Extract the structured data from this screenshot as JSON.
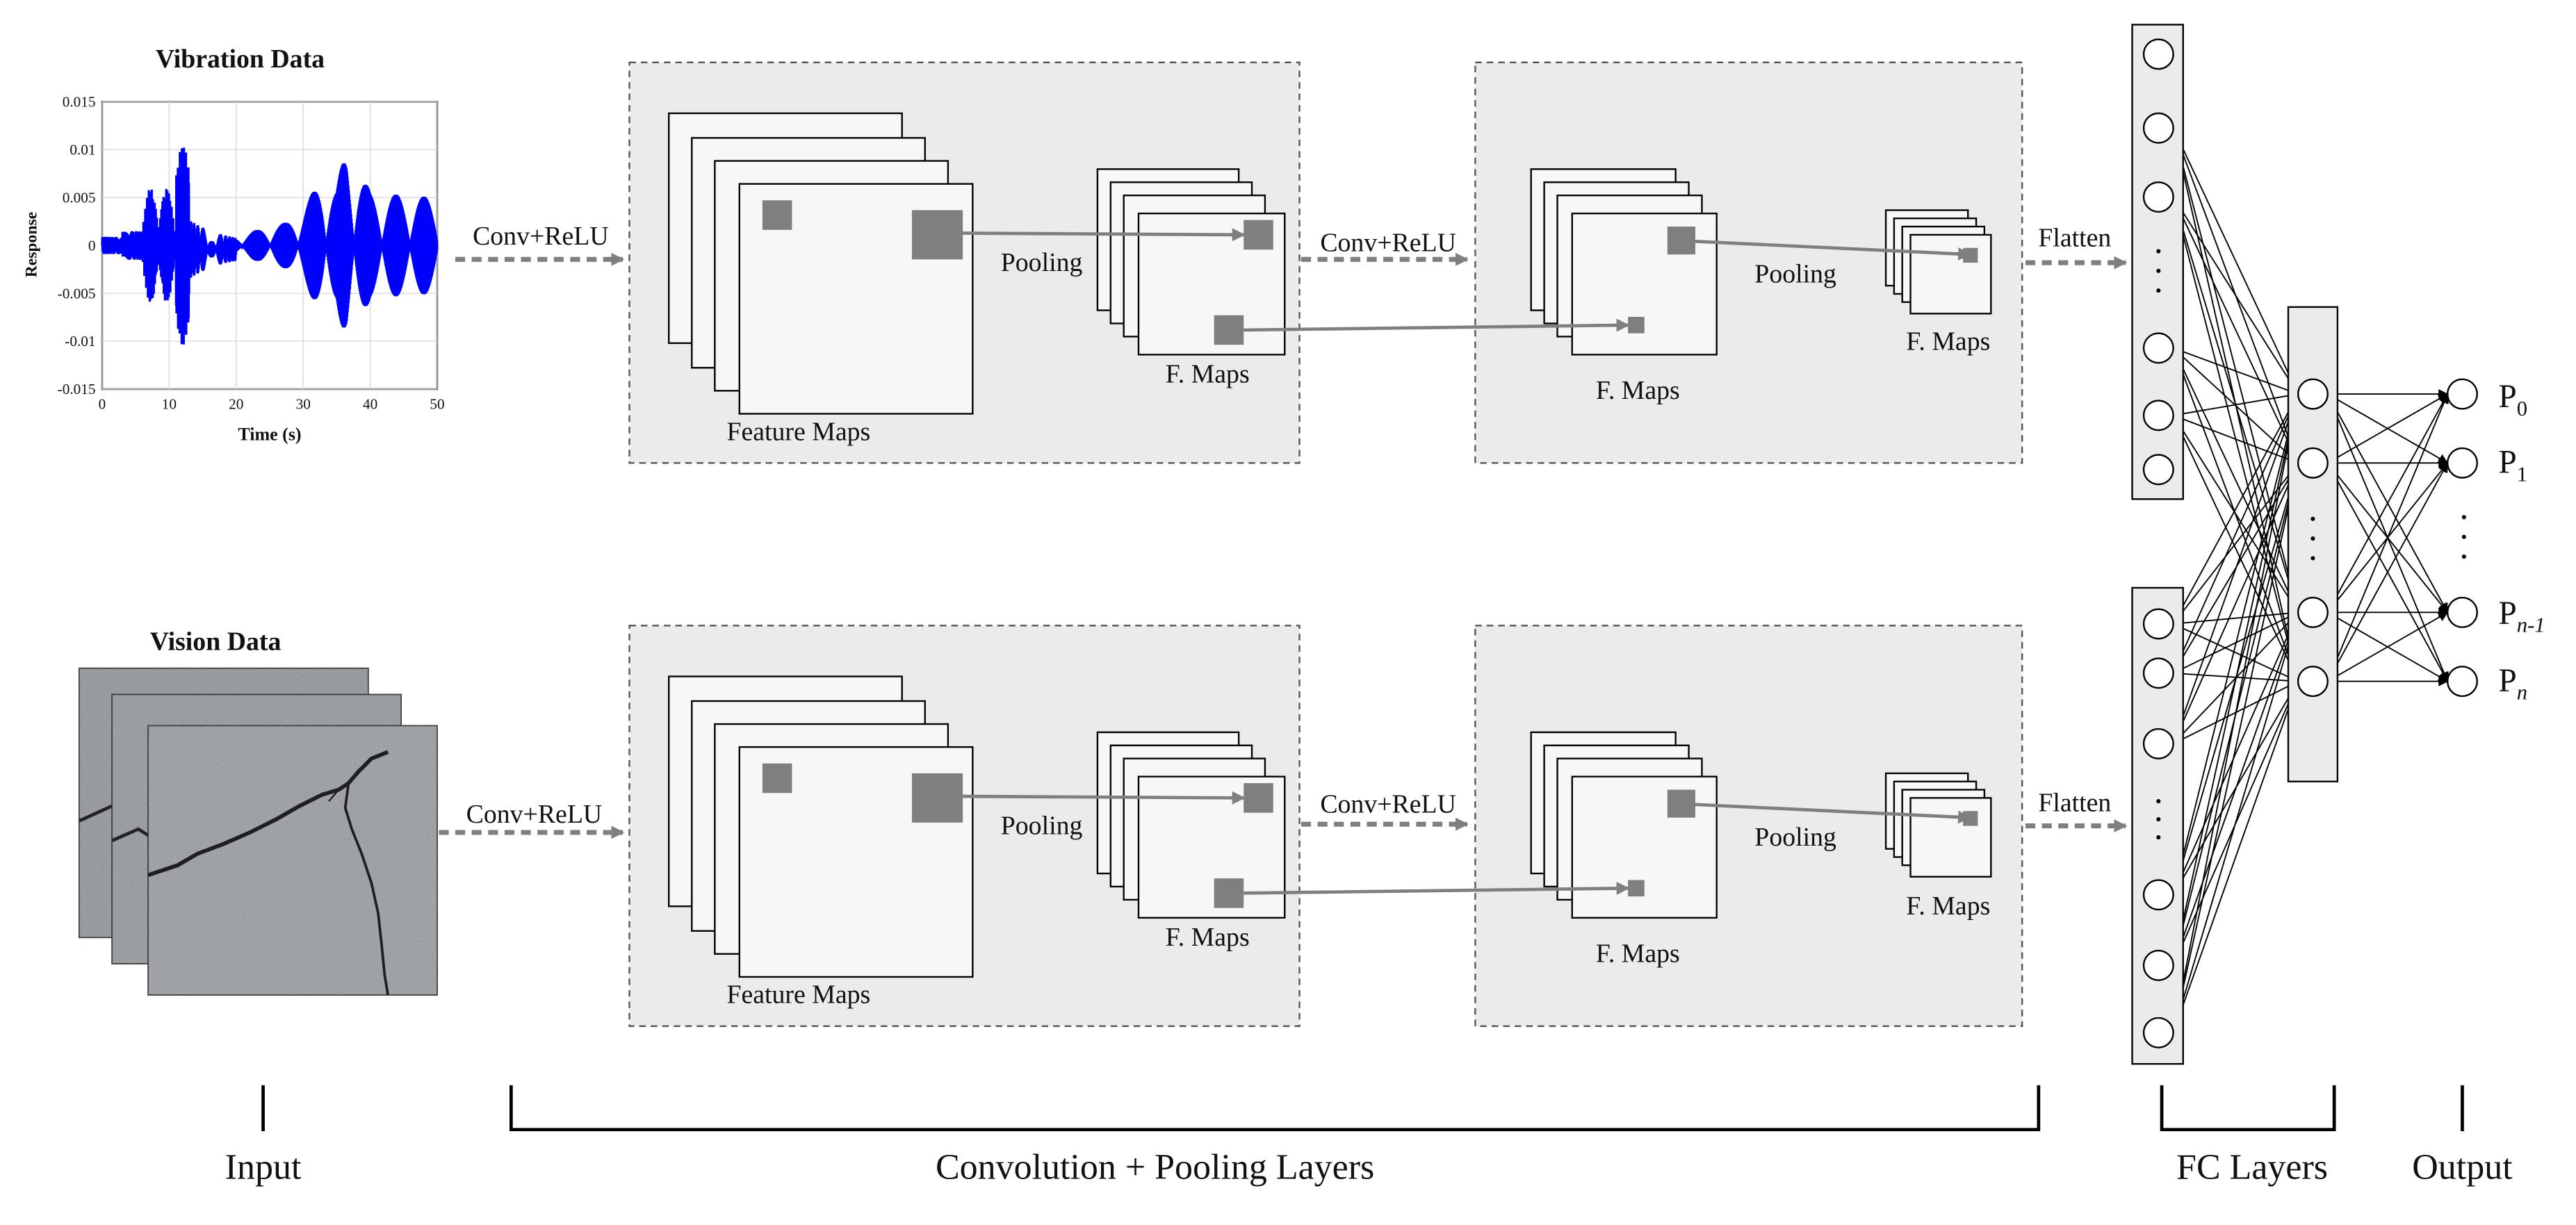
{
  "input": {
    "vibration_title": "Vibration Data",
    "vision_title": "Vision Data",
    "vibration_plot": {
      "ylabel": "Response",
      "xlabel": "Time (s)",
      "y_ticks": [
        "0.015",
        "0.01",
        "0.005",
        "0",
        "-0.005",
        "-0.01",
        "-0.015"
      ],
      "x_ticks": [
        "0",
        "10",
        "20",
        "30",
        "40",
        "50"
      ],
      "xlim": [
        0,
        50
      ],
      "ylim": [
        -0.015,
        0.015
      ],
      "line_color": "#0000ff",
      "grid": true
    }
  },
  "top_branch": {
    "conv1_label": "Conv+ReLU",
    "feature_maps_label": "Feature Maps",
    "pool1_label": "Pooling",
    "fmaps1_label": "F. Maps",
    "conv2_label": "Conv+ReLU",
    "fmaps2_label": "F. Maps",
    "pool2_label": "Pooling",
    "fmaps3_label": "F. Maps",
    "flatten_label": "Flatten"
  },
  "bottom_branch": {
    "conv1_label": "Conv+ReLU",
    "feature_maps_label": "Feature Maps",
    "pool1_label": "Pooling",
    "fmaps1_label": "F. Maps",
    "conv2_label": "Conv+ReLU",
    "fmaps2_label": "F. Maps",
    "pool2_label": "Pooling",
    "fmaps3_label": "F. Maps",
    "flatten_label": "Flatten"
  },
  "outputs": {
    "p0": {
      "base": "P",
      "sub": "0"
    },
    "p1": {
      "base": "P",
      "sub": "1"
    },
    "pn1": {
      "base": "P",
      "sub": "n-1"
    },
    "pn": {
      "base": "P",
      "sub": "n"
    }
  },
  "sections": {
    "input": "Input",
    "conv_pool": "Convolution + Pooling Layers",
    "fc": "FC Layers",
    "output": "Output"
  },
  "colors": {
    "panel_fill": "#ebebeb",
    "kernel_gray": "#7f7f7f",
    "arrow_gray": "#7f7f7f",
    "dashed_border": "#555555",
    "concrete": "#9a9ea2"
  }
}
